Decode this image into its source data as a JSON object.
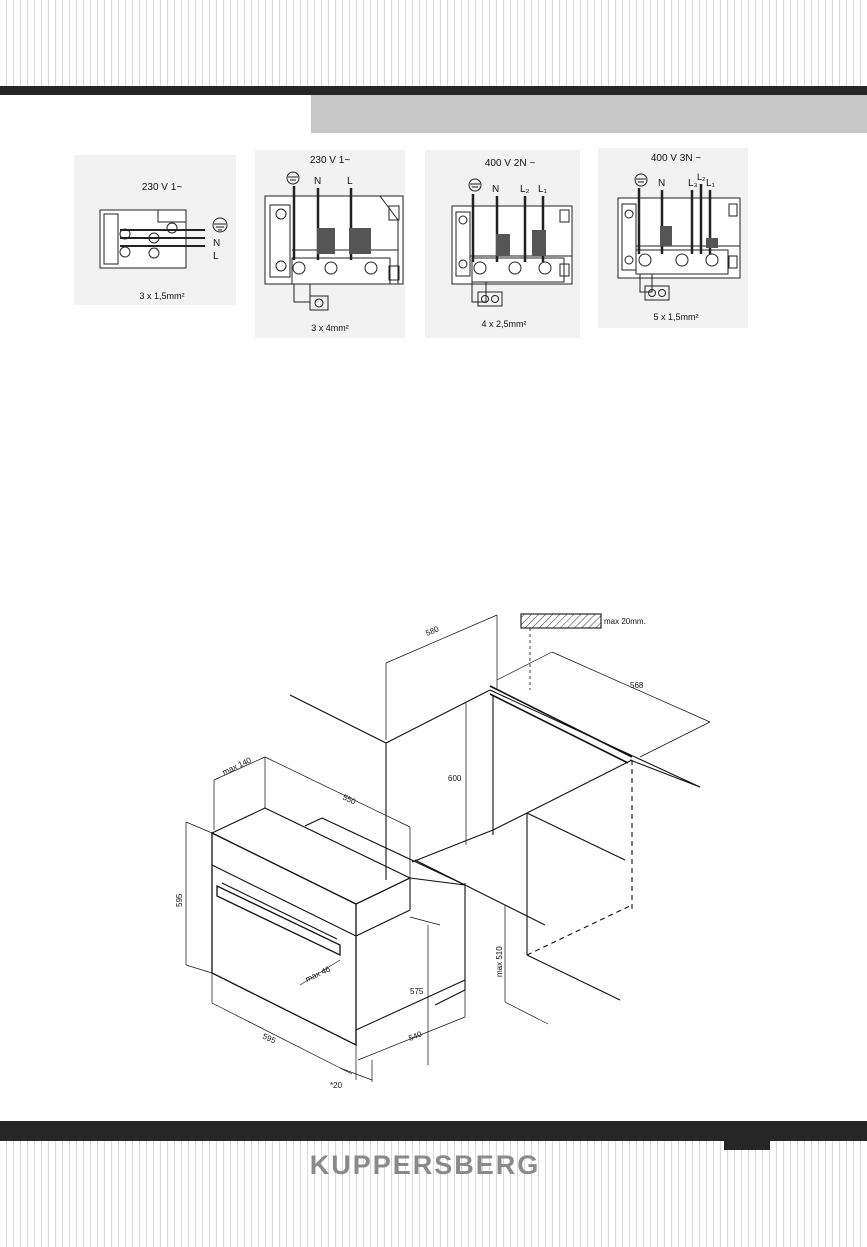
{
  "brand": "KUPPERSBERG",
  "wiring": [
    {
      "voltage": "230 V  1~",
      "terminals": [
        "N",
        "L"
      ],
      "cable": "3 x 1,5mm²"
    },
    {
      "voltage": "230 V  1~",
      "terminals": [
        "N",
        "L"
      ],
      "cable": "3 x 4mm²"
    },
    {
      "voltage": "400 V  2N ~",
      "terminals": [
        "N",
        "L₂",
        "L₁"
      ],
      "cable": "4 x 2,5mm²"
    },
    {
      "voltage": "400 V  3N ~",
      "terminals": [
        "N",
        "L₃",
        "L₂",
        "L₁"
      ],
      "cable": "5 x 1,5mm²"
    }
  ],
  "dimensions": {
    "d580": "580",
    "d568": "568",
    "max20": "max 20mm.",
    "d600": "600",
    "max140": "max 140",
    "d550": "550",
    "d595_h": "595",
    "max510": "max 510",
    "max46": "max 46",
    "d575": "575",
    "d540": "540",
    "d595_w": "595",
    "d20": "*20"
  },
  "colors": {
    "dark_bar": "#262626",
    "header_box": "#c6c6c6",
    "brand_text": "#8a8a8a"
  }
}
